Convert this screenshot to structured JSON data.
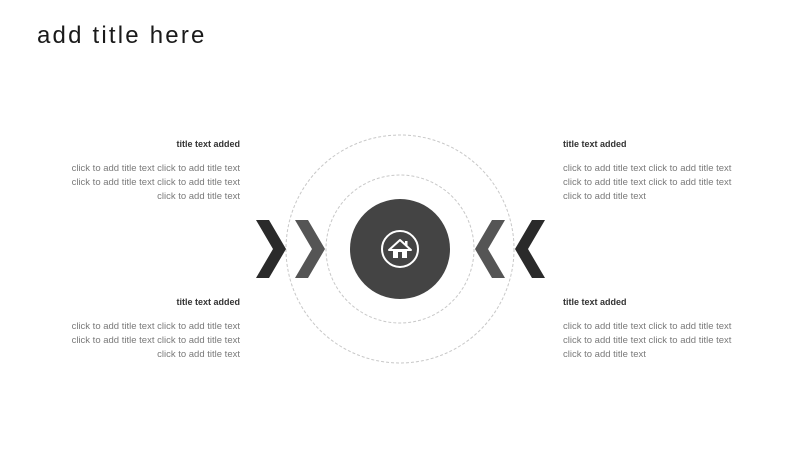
{
  "slide": {
    "title": "add title here"
  },
  "blocks": {
    "top_left": {
      "title": "title text added",
      "body": "click to add title text click to add title text click to add title text click to add title text click to add title text"
    },
    "top_right": {
      "title": "title text added",
      "body": "click to add title text click to add title text click to add title text click to add title text click to add title text"
    },
    "bottom_left": {
      "title": "title text added",
      "body": "click to add title text click to add title text click to add title text click to add title text click to add title text"
    },
    "bottom_right": {
      "title": "title text added",
      "body": "click to add title text click to add title text click to add title text click to add title text click to add title text"
    }
  },
  "center": {
    "icon": "home-icon"
  },
  "colors": {
    "dark": "#2a2a2a",
    "medium": "#4a4a4a",
    "circle": "#444444",
    "dashed": "#c8c8c8"
  }
}
